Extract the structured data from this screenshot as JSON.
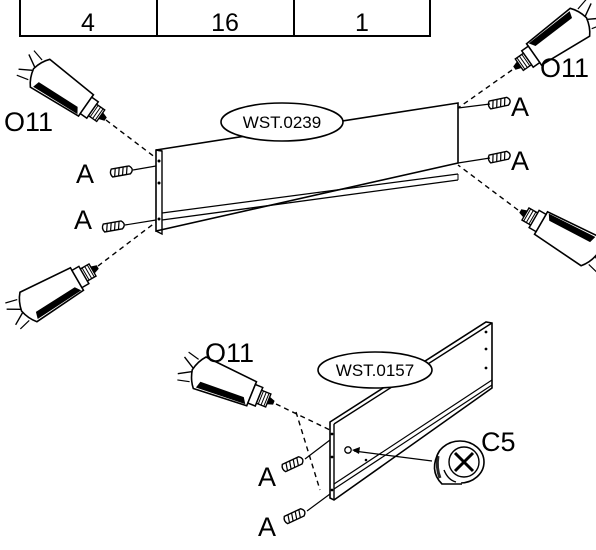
{
  "quantity_table": {
    "cells": [
      "4",
      "16",
      "1"
    ]
  },
  "panel_top": {
    "code": "WST.0239",
    "glue_label": "O11",
    "dowel_labels": [
      "A",
      "A",
      "A",
      "A"
    ]
  },
  "panel_bottom": {
    "code": "WST.0157",
    "glue_label": "O11",
    "dowel_labels": [
      "A",
      "A"
    ],
    "cam_label": "C5"
  },
  "colors": {
    "ink": "#000000",
    "paper": "#ffffff"
  }
}
